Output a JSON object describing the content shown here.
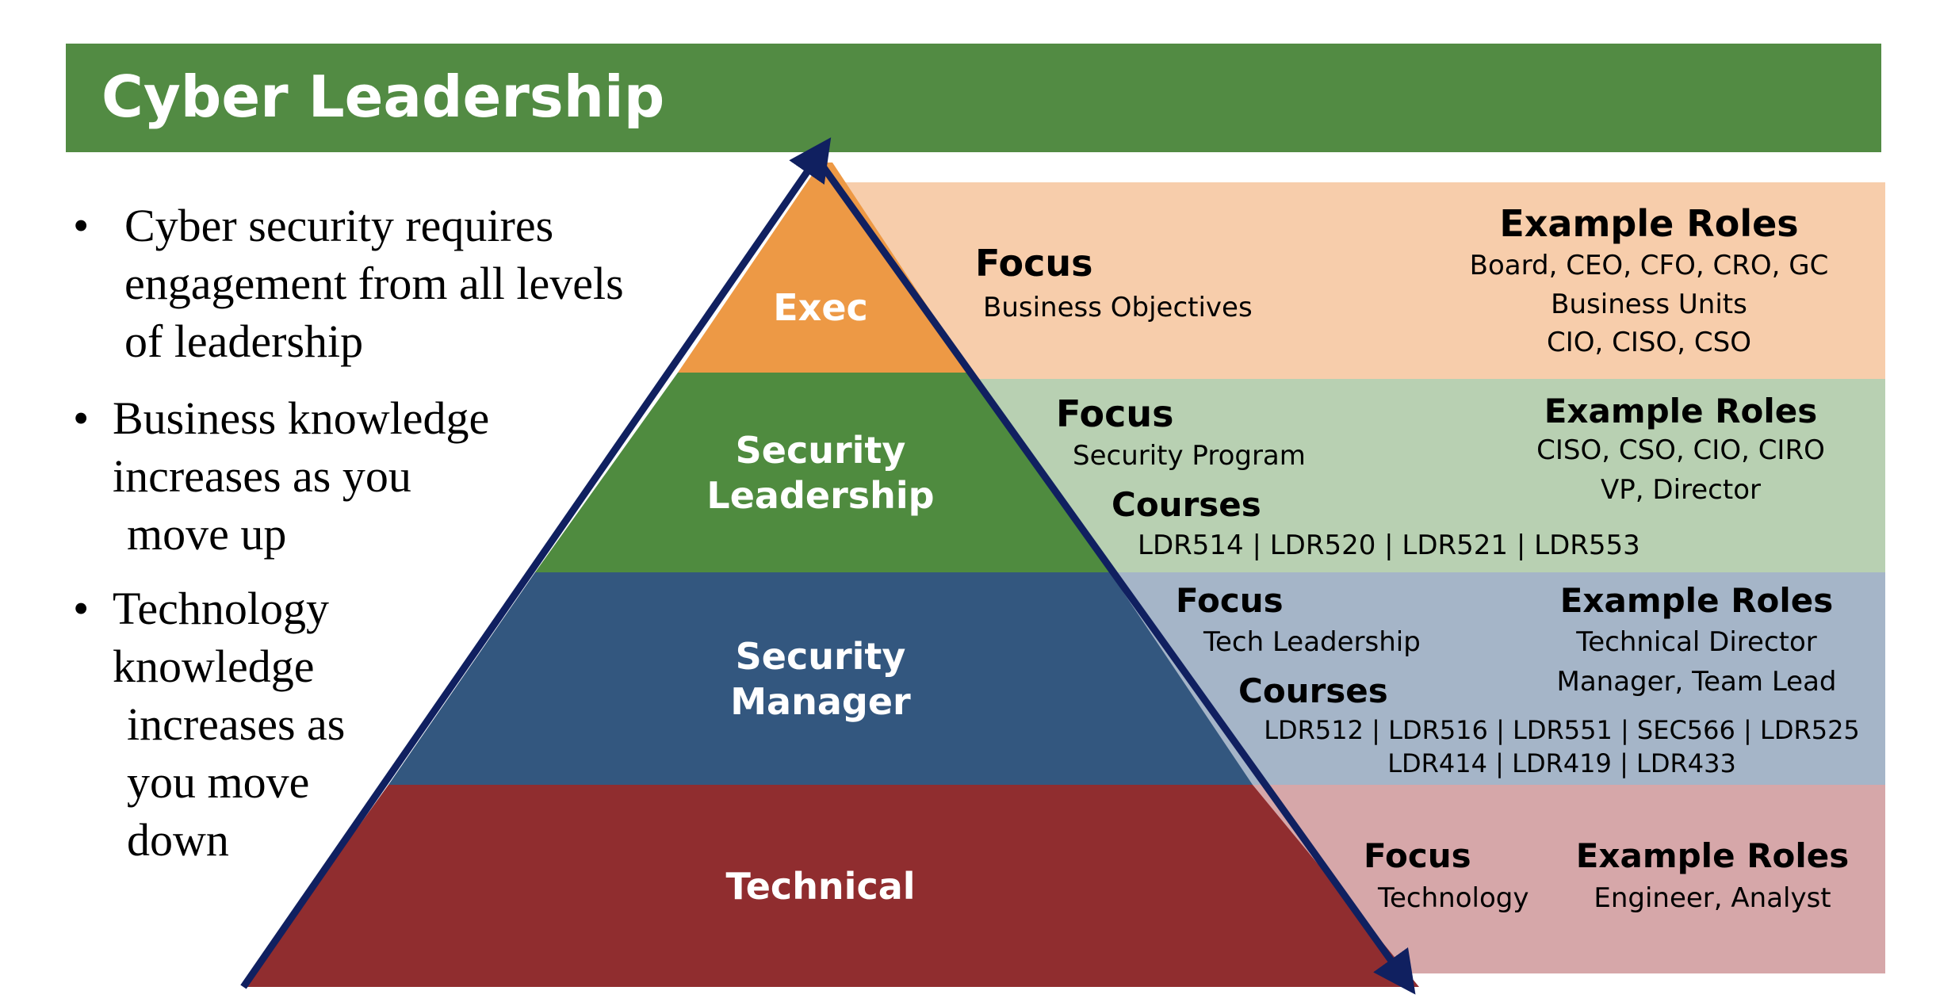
{
  "title": "Cyber Leadership",
  "colors": {
    "title_bar": "#528b43",
    "exec": "#ed9945",
    "leadership": "#4f8b3f",
    "manager": "#33577f",
    "technical": "#902d2f",
    "arrow": "#102060"
  },
  "bullets": [
    [
      "Cyber security requires",
      "engagement from all levels",
      "of leadership"
    ],
    [
      "Business knowledge",
      "increases as you",
      "move up"
    ],
    [
      "Technology",
      "knowledge",
      "increases as",
      "you move",
      "down"
    ]
  ],
  "tiers": {
    "exec": {
      "label": "Exec",
      "focus_heading": "Focus",
      "focus": "Business Objectives",
      "roles_heading": "Example Roles",
      "roles": [
        "Board, CEO, CFO, CRO, GC",
        "Business Units",
        "CIO, CISO, CSO"
      ]
    },
    "leadership": {
      "label": [
        "Security",
        "Leadership"
      ],
      "focus_heading": "Focus",
      "focus": "Security Program",
      "courses_heading": "Courses",
      "courses": [
        "LDR514 | LDR520 | LDR521 | LDR553"
      ],
      "roles_heading": "Example Roles",
      "roles": [
        "CISO, CSO, CIO, CIRO",
        "VP, Director"
      ]
    },
    "manager": {
      "label": [
        "Security",
        "Manager"
      ],
      "focus_heading": "Focus",
      "focus": "Tech Leadership",
      "courses_heading": "Courses",
      "courses": [
        "LDR512 | LDR516 | LDR551 | SEC566 | LDR525",
        "LDR414 | LDR419 | LDR433"
      ],
      "roles_heading": "Example Roles",
      "roles": [
        "Technical Director",
        "Manager, Team Lead"
      ]
    },
    "technical": {
      "label": "Technical",
      "focus_heading": "Focus",
      "focus": "Technology",
      "roles_heading": "Example Roles",
      "roles": [
        "Engineer, Analyst"
      ]
    }
  }
}
